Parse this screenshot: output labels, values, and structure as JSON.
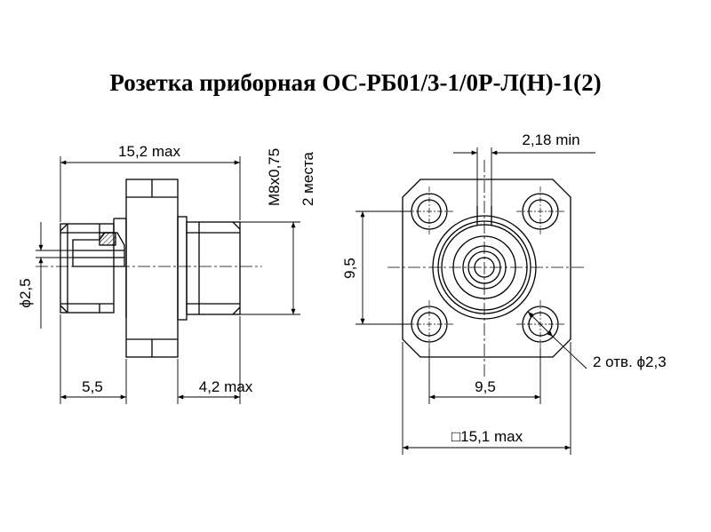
{
  "title": "Розетка приборная ОС-РБ01/3-1/0Р-Л(Н)-1(2)",
  "side_view": {
    "overall_length": "15,2 max",
    "thread": "М8х0,75",
    "thread_count": "2 места",
    "ferrule_diameter": "ϕ2,5",
    "left_length": "5,5",
    "right_length": "4,2 max"
  },
  "front_view": {
    "slot_width": "2,18 min",
    "hole_spacing_vertical": "9,5",
    "hole_spacing_horizontal": "9,5",
    "holes": "2 отв. ϕ2,3",
    "flange_size": "□15,1 max"
  }
}
